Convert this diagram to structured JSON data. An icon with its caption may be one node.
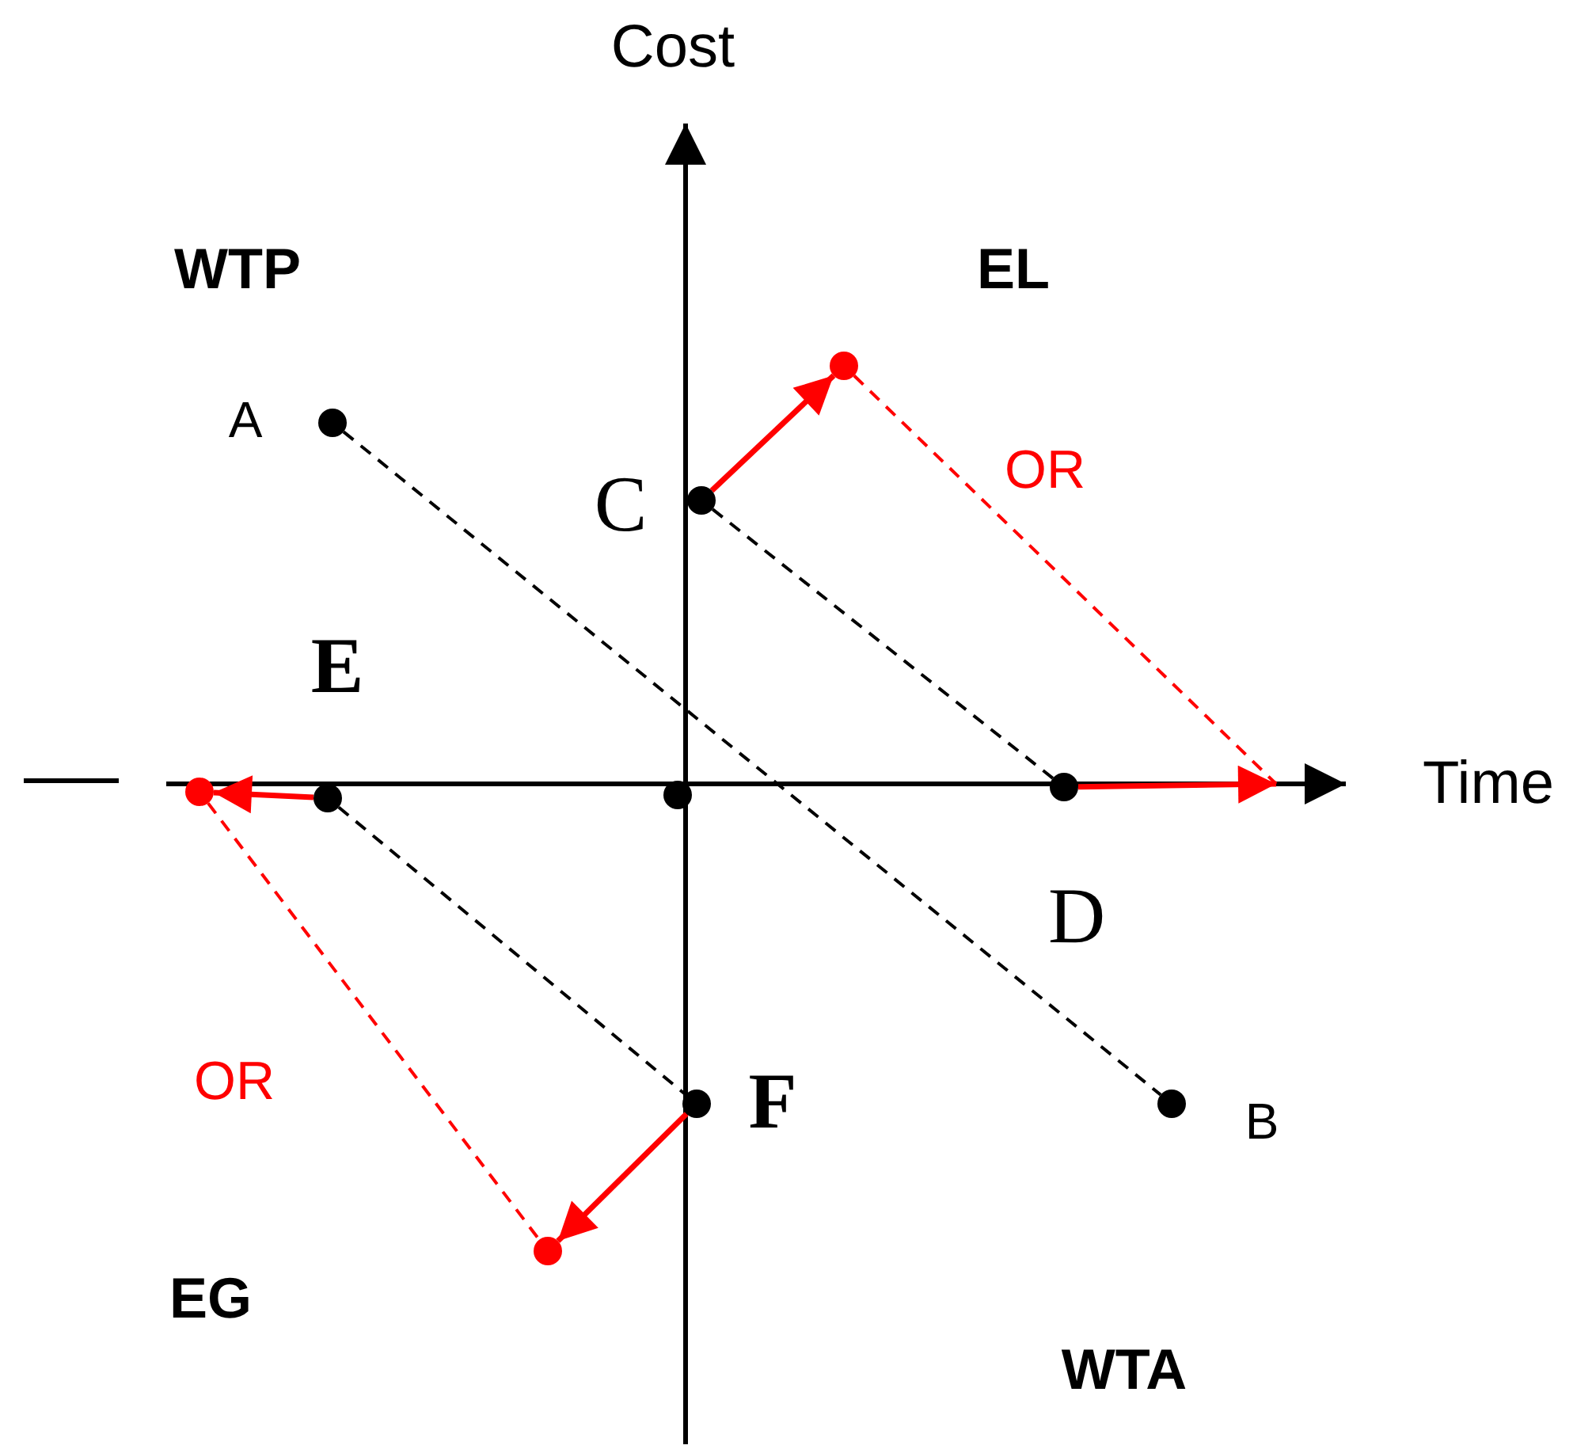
{
  "diagram": {
    "nodes": [
      {
        "text": [],
        "shape": "circle"
      },
      {
        "text": [],
        "shape": "circle",
        "beside": [
          "A"
        ]
      },
      {
        "text": [],
        "shape": "circle",
        "beside": [
          "C"
        ]
      },
      {
        "text": [],
        "shape": "circle"
      },
      {
        "text": [],
        "shape": "circle",
        "beside": [
          "E"
        ]
      },
      {
        "text": [],
        "shape": "circle"
      },
      {
        "text": [],
        "shape": "circle",
        "beside": [
          "D"
        ]
      },
      {
        "text": [],
        "shape": "circle",
        "beside": [
          "F"
        ]
      },
      {
        "text": [],
        "shape": "circle",
        "beside": [
          "B"
        ]
      },
      {
        "text": [],
        "shape": "circle"
      }
    ],
    "edges": [
      {
        "from": 1,
        "to": 8,
        "arrow": "none",
        "style": "dashed",
        "color": "#000000"
      },
      {
        "from": 2,
        "to": 6,
        "arrow": "none",
        "style": "dashed",
        "color": "#000000"
      },
      {
        "from": 4,
        "to": 7,
        "arrow": "none",
        "style": "dashed",
        "color": "#000000"
      },
      {
        "from": 2,
        "to": 0,
        "arrow": "to",
        "color": "#ff0000"
      },
      {
        "from": 6,
        "to": null,
        "arrow": "to",
        "color": "#ff0000"
      },
      {
        "from": 4,
        "to": 3,
        "arrow": "to",
        "color": "#ff0000"
      },
      {
        "from": 7,
        "to": 9,
        "arrow": "to",
        "color": "#ff0000"
      },
      {
        "from": 0,
        "to": null,
        "arrow": "none",
        "style": "dashed",
        "color": "#ff0000"
      },
      {
        "from": 3,
        "to": 9,
        "arrow": "none",
        "style": "dashed",
        "color": "#ff0000"
      }
    ],
    "labels": [
      "Cost",
      "WTP",
      "EL",
      "OR",
      "Time",
      "OR",
      "EG",
      "WTA"
    ]
  }
}
